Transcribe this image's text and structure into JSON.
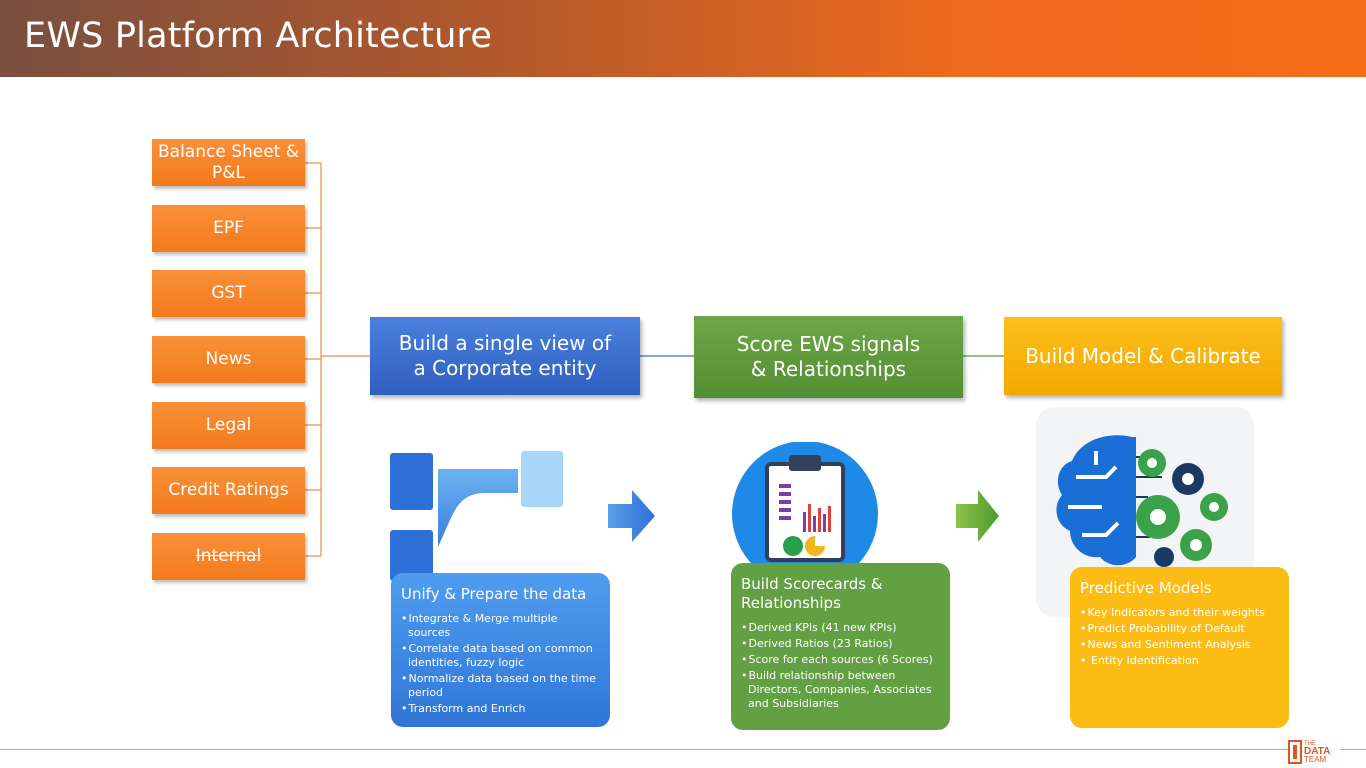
{
  "title": "EWS Platform Architecture",
  "sources": [
    "Balance Sheet & P&L",
    "EPF",
    "GST",
    "News",
    "Legal",
    "Credit Ratings",
    "Internal"
  ],
  "stages": [
    {
      "label": "Build a single view of a Corporate entity",
      "color": "#3a6fd0"
    },
    {
      "label": "Score EWS signals & Relationships",
      "color": "#5f9b3c"
    },
    {
      "label": "Build Model & Calibrate",
      "color": "#f7b40e"
    }
  ],
  "cards": [
    {
      "title": "Unify & Prepare the data",
      "items": [
        "Integrate & Merge multiple sources",
        "Correlate data based on common identities, fuzzy logic",
        "Normalize data based on the time period",
        "Transform and Enrich"
      ]
    },
    {
      "title": "Build Scorecards & Relationships",
      "items": [
        "Derived KPIs (41 new KPIs)",
        "Derived Ratios (23 Ratios)",
        "Score for each sources (6 Scores)",
        "Build relationship between Directors, Companies, Associates and Subsidiaries"
      ]
    },
    {
      "title": "Predictive Models",
      "items": [
        "Key Indicators and their weights",
        "Predict Probability of Default",
        "News and Sentiment Analysis",
        " Entity Identification"
      ]
    }
  ],
  "logo": {
    "line1": "THE",
    "line2": "DATA",
    "line3": "TEAM"
  },
  "icons": [
    "merge-flow-icon",
    "clipboard-chart-icon",
    "brain-gears-icon",
    "arrow-right-icon"
  ]
}
